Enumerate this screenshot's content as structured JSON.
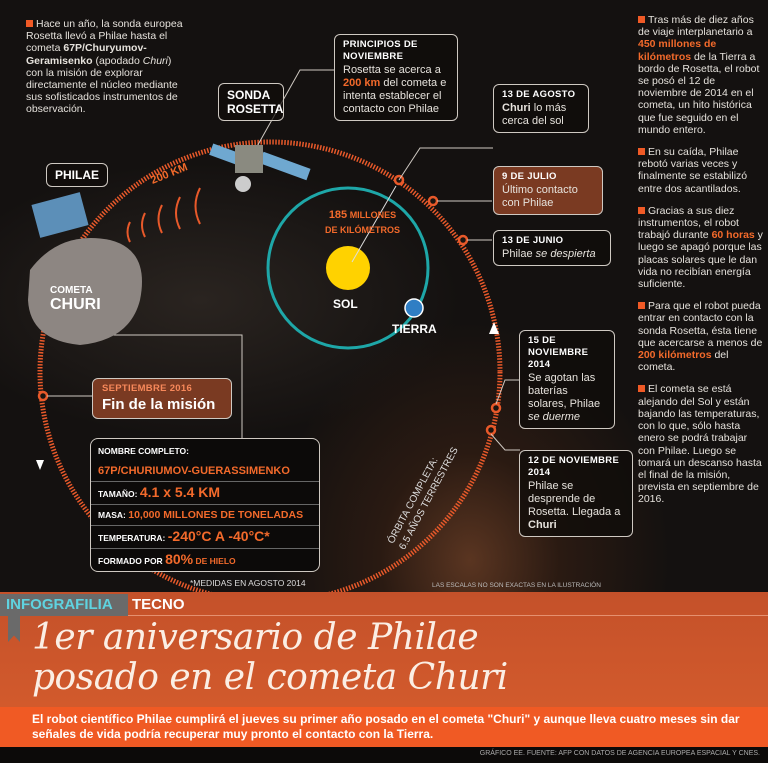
{
  "intro": {
    "p1": "Hace un año, la sonda europea Rosetta llevó a Philae hasta el cometa ",
    "bold": "67P/Churyumov-Geramisenko",
    "p2": " (apodado ",
    "italic": "Churi",
    "p3": ") con la misión de explorar directamente el núcleo mediante sus sofisticados instrumentos de observación."
  },
  "labels": {
    "rosetta": "SONDA ROSETTA",
    "philae": "PHILAE",
    "comet_small": "COMETA",
    "comet_big": "CHURI",
    "distance": "200 KM",
    "sun": "SOL",
    "earth": "TIERRA",
    "dist_num": "185",
    "dist_unit": "MILLONES",
    "dist_unit2": "DE KILÓMETROS",
    "orbit1": "ÓRBITA COMPLETA:",
    "orbit2": "6.5 AÑOS TERRESTRES",
    "scale_note": "LAS ESCALAS NO SON EXACTAS EN LA ILUSTRACIÓN",
    "measure_note": "*MEDIDAS EN AGOSTO 2014"
  },
  "timeline": [
    {
      "date": "PRINCIPIOS DE NOVIEMBRE",
      "t1": "Rosetta se acerca a ",
      "hl": "200 km",
      "t2": " del cometa e intenta establecer el contacto con Philae"
    },
    {
      "date": "13 DE AGOSTO",
      "bold": "Churi",
      "t2": " lo más cerca del sol"
    },
    {
      "date": "9 DE JULIO",
      "t1": "Último contacto con Philae"
    },
    {
      "date": "13 DE JUNIO",
      "t1": "Philae ",
      "it": "se despierta"
    },
    {
      "date": "15 DE NOVIEMBRE 2014",
      "t1": "Se agotan las baterías solares, Philae ",
      "it": "se duerme"
    },
    {
      "date": "12 DE NOVIEMBRE 2014",
      "t1": "Philae se desprende de Rosetta. Llegada a ",
      "bold": "Churi"
    },
    {
      "date": "SEPTIEMBRE 2016",
      "t1": "Fin de la misión"
    }
  ],
  "facts": {
    "name_label": "NOMBRE COMPLETO:",
    "name_value": "67P/CHURIUMOV-GUERASSIMENKO",
    "size_label": "TAMAÑO:",
    "size_value": "4.1 x 5.4 KM",
    "mass_label": "MASA:",
    "mass_value": "10,000 MILLONES DE TONELADAS",
    "temp_label": "TEMPERATURA:",
    "temp_value": "-240°C A -40°C*",
    "ice_label": "FORMADO POR",
    "ice_value": "80%",
    "ice_suffix": "DE HIELO"
  },
  "side": [
    {
      "a": "Tras más de diez años de viaje interplanetario a ",
      "hl": "450 millones de kilómetros",
      "b": " de la Tierra a bordo de Rosetta, el robot se posó el 12 de noviembre de 2014 en el cometa, un hito histórica que fue seguido en el mundo entero."
    },
    {
      "a": "En su caída, Philae rebotó varias veces y finalmente se estabilizó entre dos acantilados."
    },
    {
      "a": "Gracias a sus diez instrumentos, el robot trabajó durante ",
      "hl": "60 horas",
      "b": " y luego se apagó porque las placas solares que le dan vida no recibían energía suficiente."
    },
    {
      "a": "Para que el robot pueda entrar en contacto con la sonda Rosetta, ésta tiene que acercarse a menos de ",
      "hl": "200 kilómetros",
      "b": " del cometa."
    },
    {
      "a": "El cometa se está alejando del Sol y están bajando las temperaturas, con lo que, sólo hasta enero se podrá trabajar con Philae. Luego se tomará un  descanso hasta el final de la misión, prevista en septiembre de 2016."
    }
  ],
  "header": {
    "brand": "INFOGRAFILIA",
    "section": "TECNO",
    "title1": "1er aniversario de Philae",
    "title2": "posado en el cometa Churi",
    "subtitle": "El robot científico Philae cumplirá el jueves su primer año posado en el cometa \"Churi\" y aunque lleva cuatro meses sin dar señales de vida podría recuperar muy pronto el contacto con la Tierra.",
    "credit": "GRÁFICO EE. FUENTE: AFP CON DATOS DE AGENCIA EUROPEA ESPACIAL Y CNES."
  },
  "colors": {
    "accent": "#f05a24",
    "orbit": "#e8592a",
    "earth_orbit": "#1ea7a8",
    "sun": "#ffd200"
  }
}
